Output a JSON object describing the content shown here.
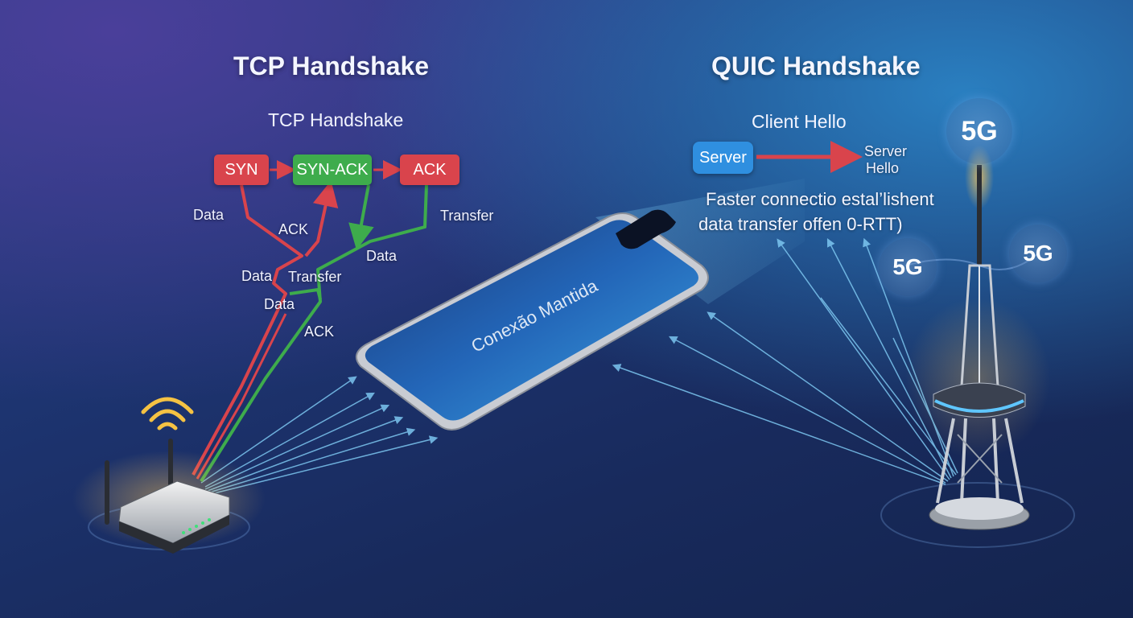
{
  "tcp": {
    "title": "TCP Handshake",
    "subtitle": "TCP Handshake",
    "steps": [
      "SYN",
      "SYN-ACK",
      "ACK"
    ],
    "labels": {
      "data1": "Data",
      "ack1": "ACK",
      "transfer1": "Transfer",
      "data2": "Data",
      "data3": "Data",
      "transfer2": "Transfer",
      "data4": "Data",
      "ack2": "ACK"
    }
  },
  "quic": {
    "title": "QUIC Handshake",
    "client_hello": "Client Hello",
    "server_box": "Server",
    "server_hello_line1": "Server",
    "server_hello_line2": "Hello",
    "desc_line1": "Faster connectio estal’lishent",
    "desc_line2": "data transfer offen 0-RTT)"
  },
  "phone": {
    "screen_text": "Conexão Mantida"
  },
  "tower": {
    "badges": [
      "5G",
      "5G",
      "5G"
    ]
  },
  "colors": {
    "red": "#d9444c",
    "green": "#3eac4c",
    "blue": "#2f8fe0",
    "beam": "#7cc6f0"
  },
  "icons": [
    "wifi-icon",
    "router-icon",
    "smartphone-icon",
    "cell-tower-icon"
  ]
}
